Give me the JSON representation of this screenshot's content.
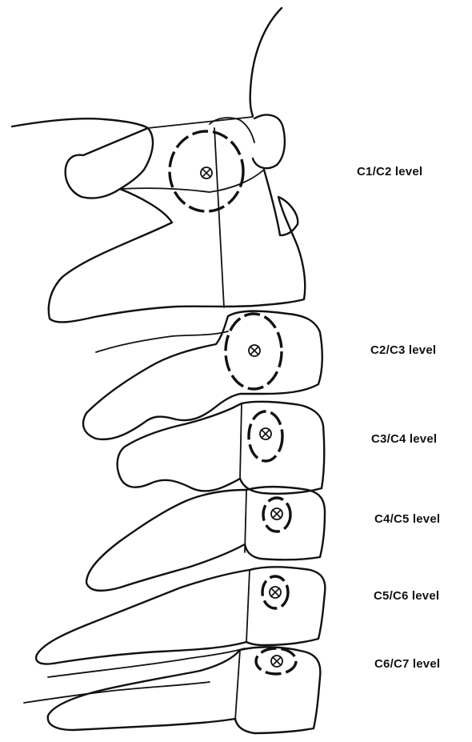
{
  "figure": {
    "levels": [
      {
        "id": "c1-c2",
        "label": "C1/C2 level"
      },
      {
        "id": "c2-c3",
        "label": "C2/C3 level"
      },
      {
        "id": "c3-c4",
        "label": "C3/C4 level"
      },
      {
        "id": "c4-c5",
        "label": "C4/C5 level"
      },
      {
        "id": "c5-c6",
        "label": "C5/C6 level"
      },
      {
        "id": "c6-c7",
        "label": "C6/C7 level"
      }
    ]
  }
}
